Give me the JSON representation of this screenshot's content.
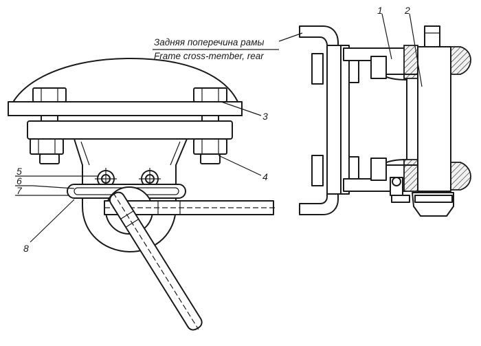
{
  "caption": {
    "ru": "Задняя поперечина рамы",
    "en": "Frame cross-member, rear"
  },
  "callouts": {
    "c1": "1",
    "c2": "2",
    "c3": "3",
    "c4": "4",
    "c5": "5",
    "c6": "6",
    "c7": "7",
    "c8": "8"
  }
}
